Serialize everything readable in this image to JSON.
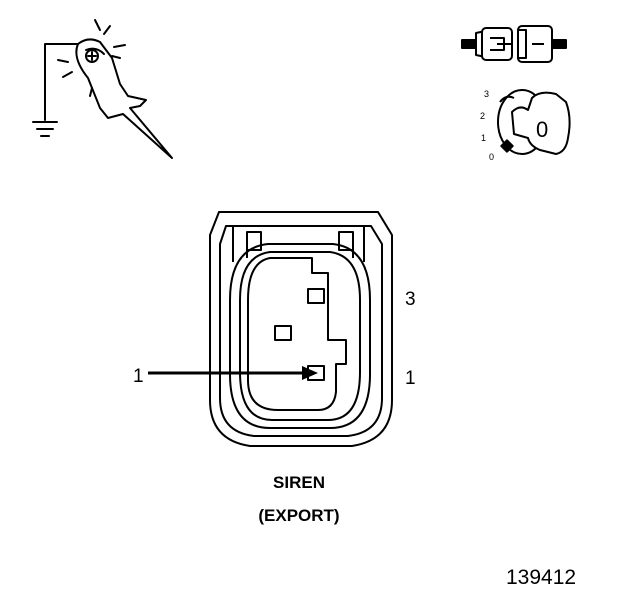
{
  "connector": {
    "name": "SIREN",
    "variant": "(EXPORT)",
    "pin_callout": "1",
    "side_labels": [
      "3",
      "1"
    ]
  },
  "ignition_switch": {
    "positions": [
      "3",
      "2",
      "1",
      "0"
    ],
    "key_label": "0"
  },
  "figure_number": "139412",
  "icons": {
    "probe": "ground-probe-icon",
    "disconnect": "connector-disconnected-icon",
    "key": "ignition-key-icon"
  }
}
